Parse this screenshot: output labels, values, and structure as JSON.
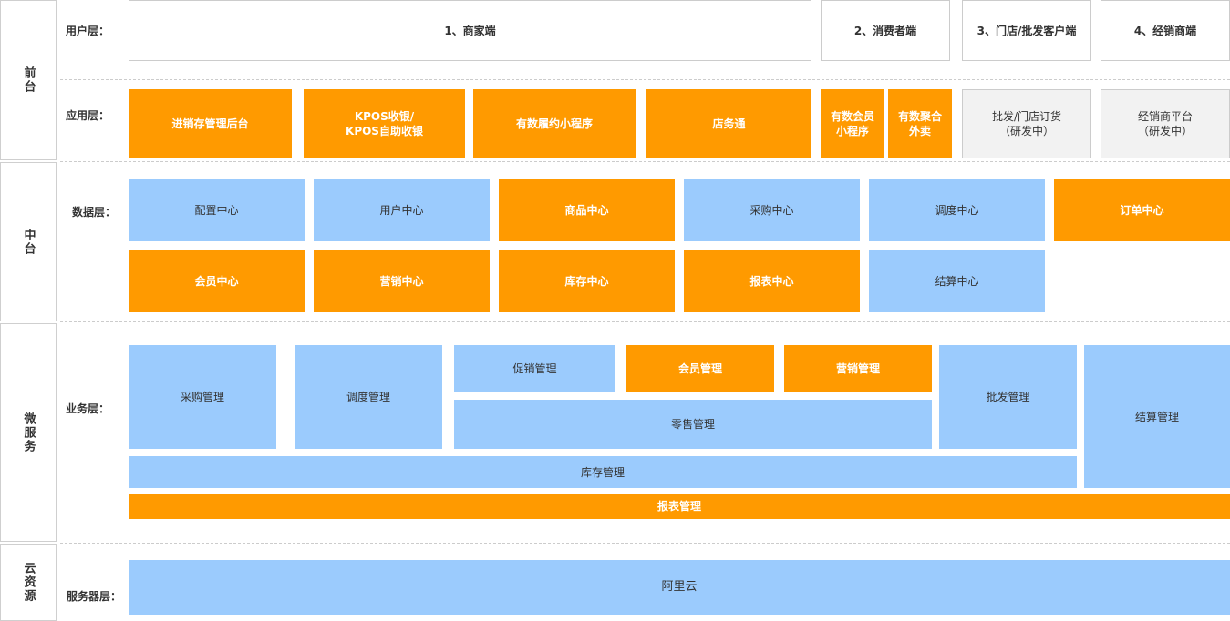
{
  "sections": {
    "front": "前台",
    "middle": "中台",
    "micro": "微服务",
    "cloud": "云资源"
  },
  "layers": {
    "user": "用户层：",
    "app": "应用层：",
    "data": "数据层：",
    "business": "业务层：",
    "server": "服务器层："
  },
  "user_layer": {
    "merchant": "1、商家端",
    "consumer": "2、消费者端",
    "store_wholesale": "3、门店/批发客户端",
    "distributor": "4、经销商端"
  },
  "app_layer": {
    "inventory_backend": "进销存管理后台",
    "kpos": "KPOS收银/\nKPOS自助收银",
    "mini_program": "有数履约小程序",
    "store_pass": "店务通",
    "member_mini": "有数会员\n小程序",
    "takeout": "有数聚合\n外卖",
    "wholesale_order": "批发/门店订货\n（研发中）",
    "distributor_platform": "经销商平台\n（研发中）"
  },
  "data_layer": {
    "config_center": "配置中心",
    "user_center": "用户中心",
    "product_center": "商品中心",
    "purchase_center": "采购中心",
    "dispatch_center": "调度中心",
    "order_center": "订单中心",
    "member_center": "会员中心",
    "marketing_center": "营销中心",
    "stock_center": "库存中心",
    "report_center": "报表中心",
    "settlement_center": "结算中心"
  },
  "business_layer": {
    "purchase_mgmt": "采购管理",
    "dispatch_mgmt": "调度管理",
    "promotion_mgmt": "促销管理",
    "member_mgmt": "会员管理",
    "marketing_mgmt": "营销管理",
    "retail_mgmt": "零售管理",
    "wholesale_mgmt": "批发管理",
    "settlement_mgmt": "结算管理",
    "stock_mgmt": "库存管理",
    "report_mgmt": "报表管理"
  },
  "server_layer": {
    "aliyun": "阿里云"
  },
  "colors": {
    "orange": "#ff9a00",
    "blue": "#9bcbfd",
    "gray": "#f2f2f2",
    "border": "#cccccc"
  }
}
